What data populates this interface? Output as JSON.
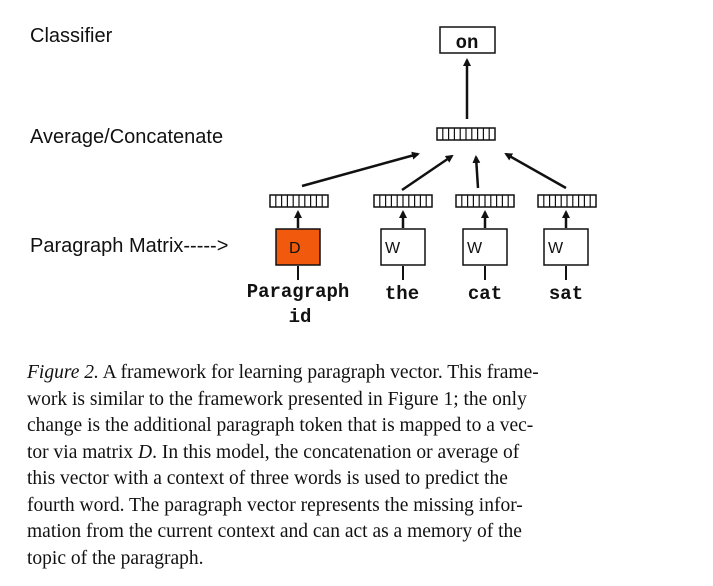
{
  "diagram": {
    "labels": {
      "classifier": "Classifier",
      "average_concatenate": "Average/Concatenate",
      "paragraph_matrix": "Paragraph Matrix----->"
    },
    "output_word": "on",
    "paragraph_box_letter": "D",
    "word_box_letter": "W",
    "inputs": {
      "paragraph_id_line1": "Paragraph",
      "paragraph_id_line2": "id",
      "word1": "the",
      "word2": "cat",
      "word3": "sat"
    },
    "colors": {
      "paragraph_box_fill": "#f15a0c",
      "stroke": "#111111"
    }
  },
  "caption": {
    "figure_label": "Figure 2.",
    "line1": "A framework for learning paragraph vector. This frame-",
    "line2": "work is similar to the framework presented in Figure 1; the only",
    "line3": "change is the additional paragraph token that is mapped to a vec-",
    "line4a": "tor via matrix ",
    "matrix_symbol": "D",
    "line4b": ". In this model, the concatenation or average of",
    "line5": "this vector with a context of three words is used to predict the",
    "line6": "fourth word. The paragraph vector represents the missing infor-",
    "line7": "mation from the current context and can act as a memory of the",
    "line8": "topic of the paragraph."
  }
}
